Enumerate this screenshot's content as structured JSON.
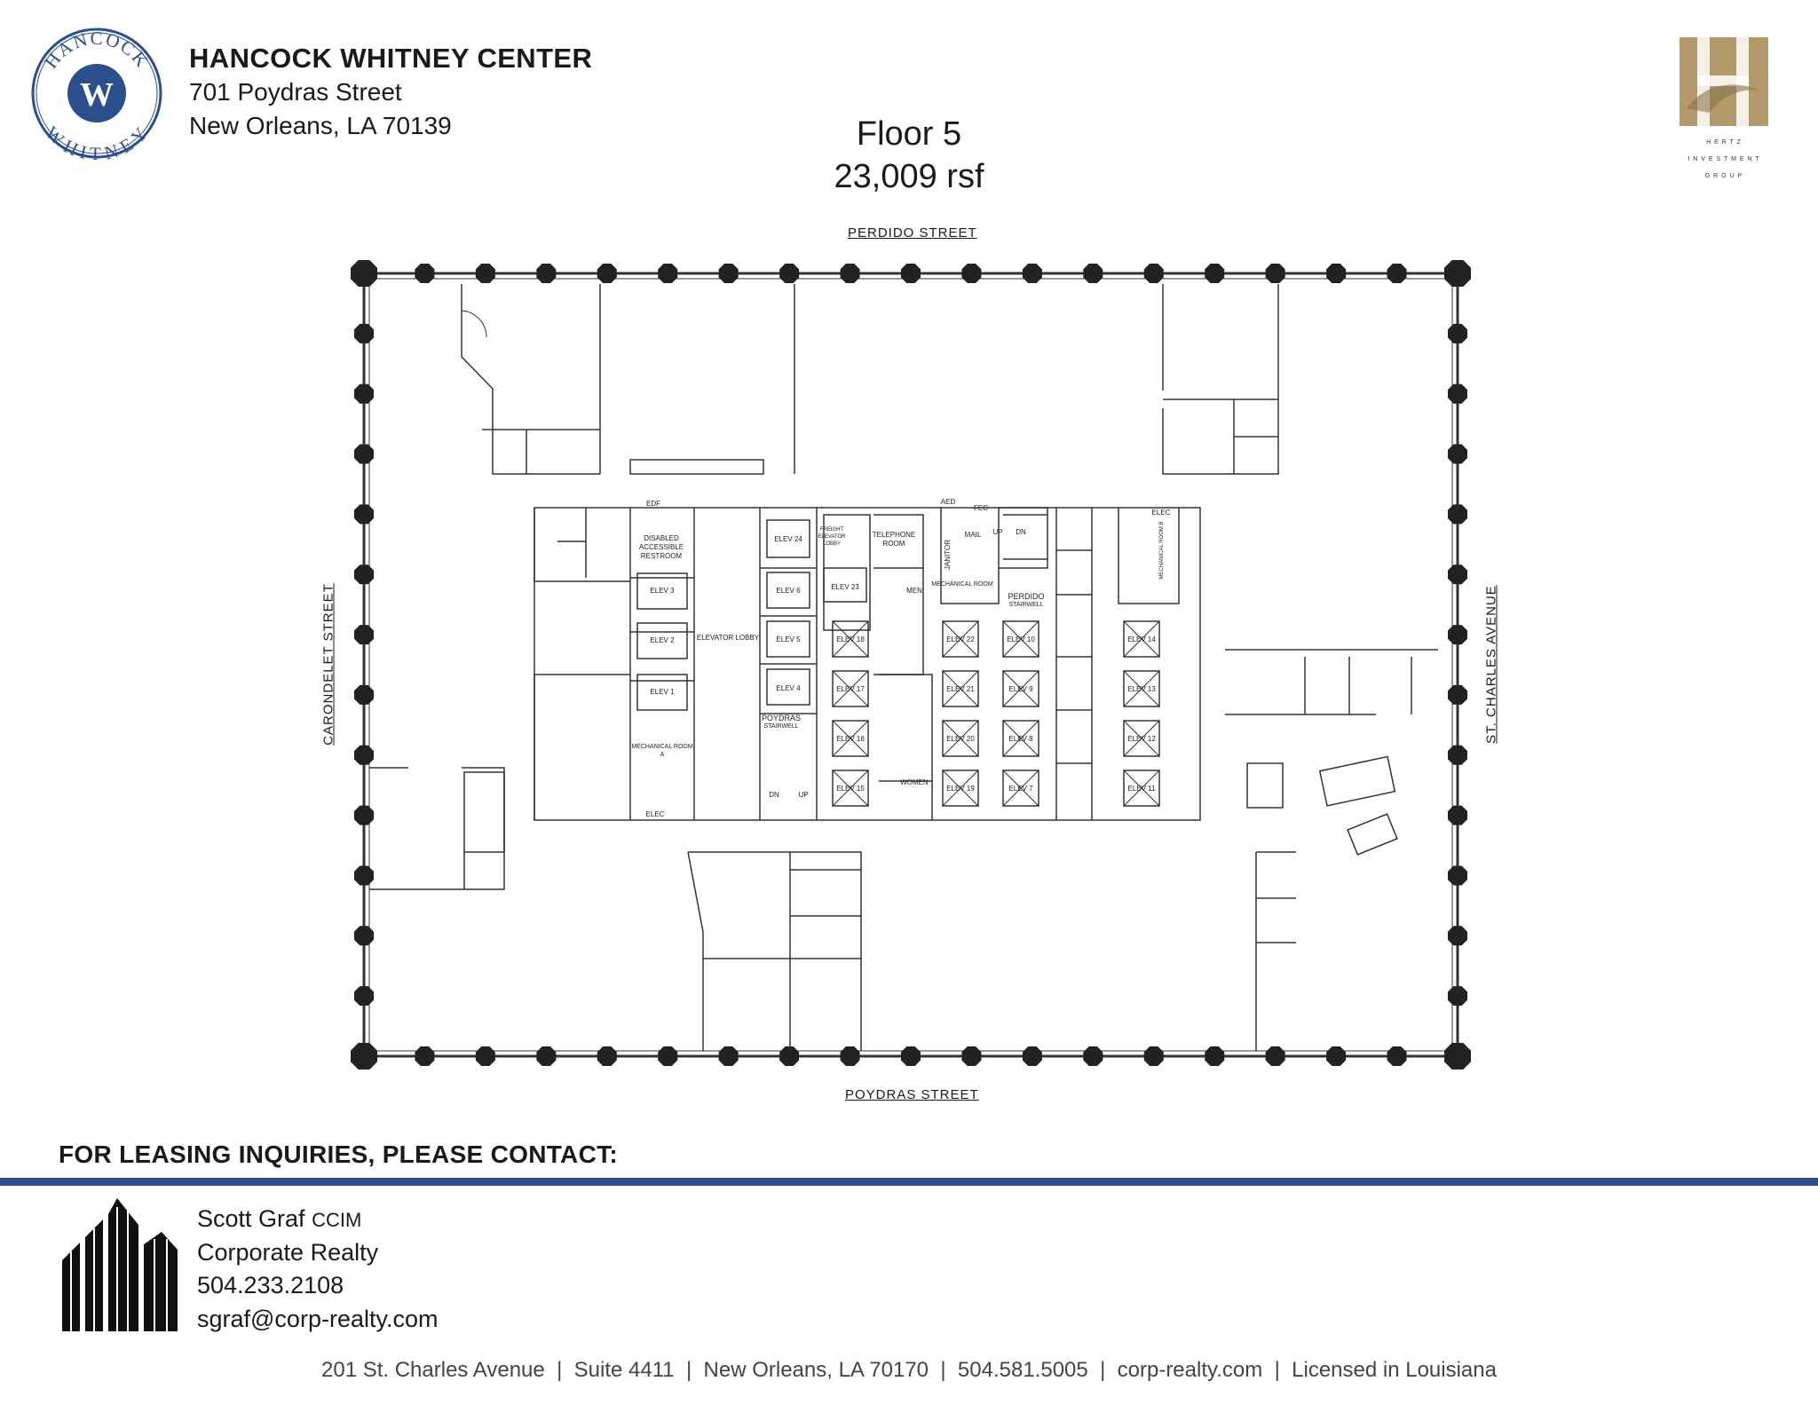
{
  "header": {
    "logo_text_top": "HANCOCK",
    "logo_text_bottom": "WHITNEY",
    "logo_monogram": "W",
    "building_name": "HANCOCK WHITNEY CENTER",
    "address_line1": "701 Poydras Street",
    "address_line2": "New Orleans, LA 70139"
  },
  "floor": {
    "title": "Floor 5",
    "area": "23,009 rsf"
  },
  "brand": {
    "hertz_lines": [
      "H E R T Z",
      "I N V E S T M E N T",
      "G R O U P"
    ],
    "hertz_color": "#b29a6b",
    "accent_blue": "#2b4e8c"
  },
  "streets": {
    "north": "PERDIDO  STREET",
    "south": "POYDRAS  STREET",
    "west": "CARONDELET  STREET",
    "east": "ST.  CHARLES  AVENUE"
  },
  "plan_labels": {
    "edf": "EDF",
    "disabled_restroom": [
      "DISABLED",
      "ACCESSIBLE",
      "RESTROOM"
    ],
    "elev3": "ELEV 3",
    "elev2": "ELEV 2",
    "elev1": "ELEV 1",
    "elevator_lobby": "ELEVATOR LOBBY",
    "elev24": "ELEV 24",
    "elev6": "ELEV 6",
    "elev5": "ELEV 5",
    "elev4": "ELEV 4",
    "elev23": "ELEV 23",
    "freight_lobby": [
      "FREIGHT",
      "ELEVATOR",
      "LOBBY"
    ],
    "telephone_room": [
      "TELEPHONE",
      "ROOM"
    ],
    "men": "MEN",
    "women": "WOMEN",
    "janitor": "JANITOR",
    "mail": "MAIL",
    "aed": "AED",
    "fec": "FEC",
    "up": "UP",
    "dn": "DN",
    "mech_room": "MECHANICAL ROOM",
    "mech_room_a": [
      "MECHANICAL ROOM",
      "A"
    ],
    "mech_room_b": "MECHANICAL ROOM B",
    "perdido_stair": [
      "PERDIDO",
      "STAIRWELL"
    ],
    "poydras_stair": [
      "POYDRAS",
      "STAIRWELL"
    ],
    "elec": "ELEC",
    "elev18": "ELEV 18",
    "elev17": "ELEV 17",
    "elev16": "ELEV 16",
    "elev15": "ELEV 15",
    "elev22": "ELEV 22",
    "elev21": "ELEV 21",
    "elev20": "ELEV 20",
    "elev19": "ELEV 19",
    "elev10": "ELEV 10",
    "elev9": "ELEV 9",
    "elev8": "ELEV 8",
    "elev7": "ELEV 7",
    "elev14": "ELEV 14",
    "elev13": "ELEV 13",
    "elev12": "ELEV 12",
    "elev11": "ELEV 11"
  },
  "leasing": {
    "heading": "FOR LEASING INQUIRIES, PLEASE CONTACT:",
    "name": "Scott Graf",
    "credential": "CCIM",
    "company": "Corporate Realty",
    "phone": "504.233.2108",
    "email": "sgraf@corp-realty.com"
  },
  "footer": {
    "line": "201 St. Charles Avenue  |  Suite 4411  |  New Orleans, LA 70170  |  504.581.5005  |  corp-realty.com  |  Licensed in Louisiana"
  }
}
